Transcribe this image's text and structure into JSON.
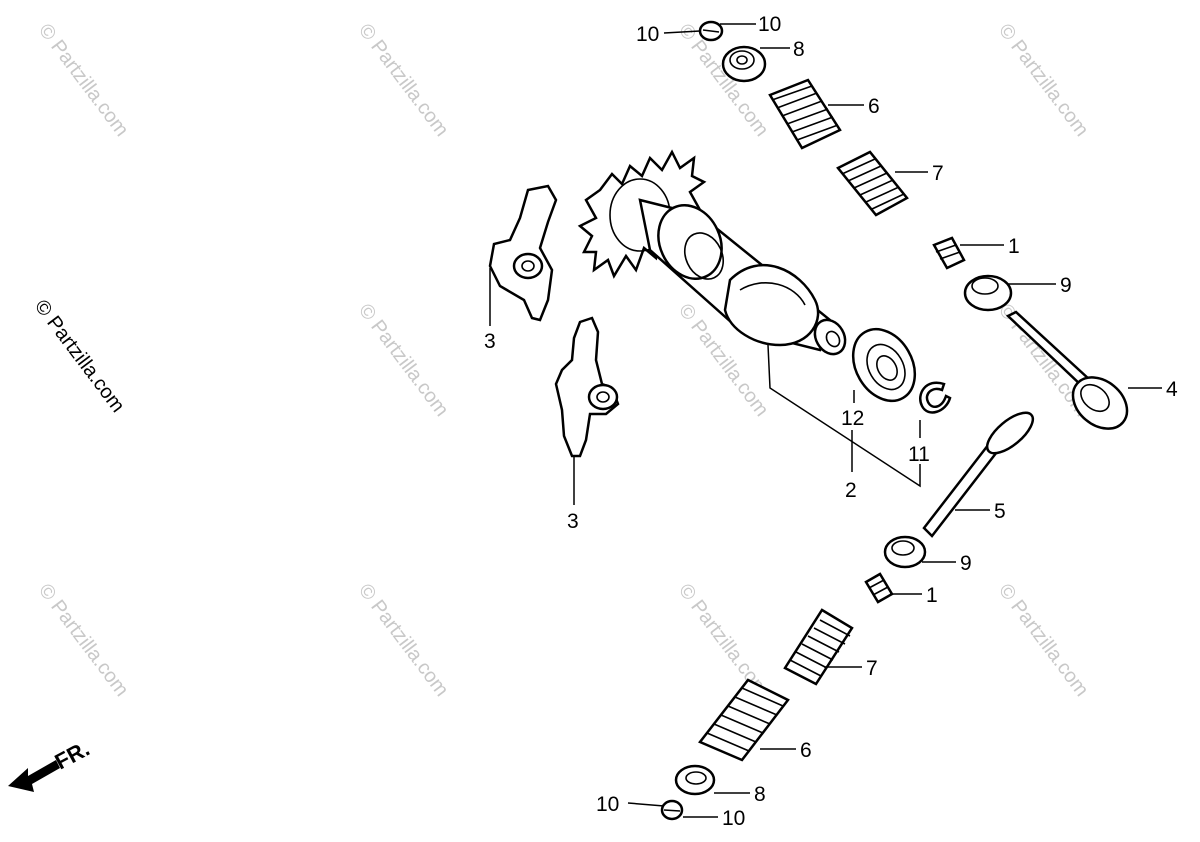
{
  "watermark": {
    "text": "© Partzilla.com"
  },
  "direction_arrow": {
    "text": "FR."
  },
  "callouts": {
    "c10a": "10",
    "c10b": "10",
    "c8a": "8",
    "c6a": "6",
    "c7a": "7",
    "c1a": "1",
    "c9a": "9",
    "c4": "4",
    "c3a": "3",
    "c3b": "3",
    "c12": "12",
    "c11": "11",
    "c2": "2",
    "c5": "5",
    "c9b": "9",
    "c1b": "1",
    "c7b": "7",
    "c6b": "6",
    "c8b": "8",
    "c10c": "10",
    "c10d": "10"
  }
}
